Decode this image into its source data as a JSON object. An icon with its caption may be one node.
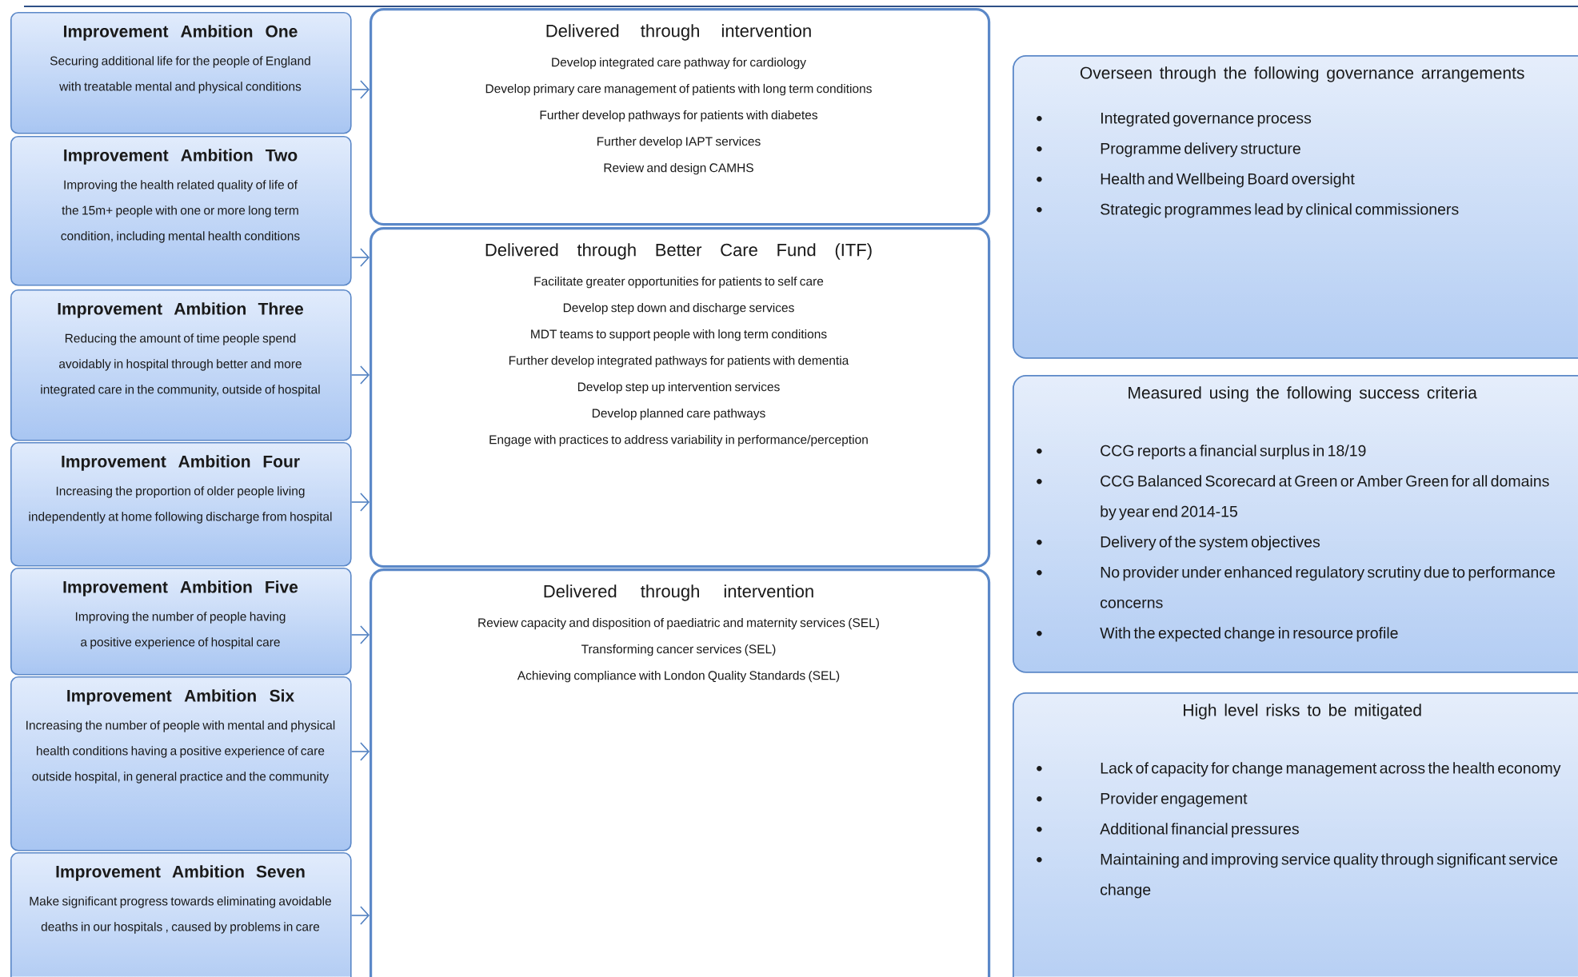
{
  "diagram": {
    "nodes": [
      {
        "text": [
          "Improvement Ambition One",
          "Securing additional life for the people of England with treatable mental and physical  conditions"
        ]
      },
      {
        "text": [
          "Improvement Ambition Two",
          "Improving the health related quality of life of the 15m+ people with one or more long term condition, including mental health conditions"
        ]
      },
      {
        "text": [
          "Improvement Ambition Three",
          "Reducing the amount of time people spend avoidably in hospital through better and more integrated care in the community, outside of hospital"
        ]
      },
      {
        "text": [
          "Improvement Ambition Four",
          "Increasing the proportion of older people  living independently at home following discharge from hospital"
        ]
      },
      {
        "text": [
          "Improvement Ambition Five",
          "Improving the number of people having a positive experience of hospital care"
        ]
      },
      {
        "text": [
          "Improvement Ambition Six",
          "Increasing the number of people with mental and physical health conditions having a positive experience of care outside hospital, in general practice and the community"
        ]
      },
      {
        "text": [
          "Improvement Ambition Seven",
          "Make significant progress towards eliminating avoidable deaths in our hospitals , caused by problems in care"
        ]
      },
      {
        "text": [
          "Delivered through intervention",
          "Develop integrated care pathway for cardiology",
          "Develop primary care management of patients with long term conditions",
          "Further develop pathways for patients with diabetes",
          "Further develop IAPT services",
          "Review and design CAMHS"
        ]
      },
      {
        "text": [
          "Delivered through Better Care Fund (ITF)",
          "Facilitate greater opportunities for patients to self care",
          "Develop step down and discharge services",
          "MDT teams to support people with long term conditions",
          "Further develop integrated pathways for patients with dementia",
          "Develop step up intervention services",
          "Develop planned care pathways",
          "Engage with practices to address variability in performance/perception"
        ]
      },
      {
        "text": [
          "Delivered through intervention",
          "Review capacity and disposition of paediatric and maternity services (SEL)",
          "Transforming cancer services (SEL)",
          "Achieving compliance with London Quality Standards (SEL)"
        ]
      },
      {
        "text": [
          "Overseen through the following governance arrangements",
          "Integrated governance process",
          "Programme delivery structure",
          "Health and Wellbeing Board oversight",
          "Strategic programmes lead by clinical commissioners"
        ]
      },
      {
        "text": [
          "Measured using the following success criteria",
          "CCG reports a financial surplus in 18/19",
          "CCG Balanced Scorecard at Green or Amber Green for all domains by year end 2014-15",
          "Delivery of the system objectives",
          "No provider under enhanced regulatory scrutiny due to performance concerns",
          "With the expected change in resource profile"
        ]
      },
      {
        "text": [
          "High level risks to be mitigated",
          "Lack of capacity for change management across the health economy",
          "Provider engagement",
          "Additional financial pressures",
          "Maintaining and improving service quality through significant service change"
        ]
      }
    ],
    "edges": [
      {
        "from": 0,
        "to": 7,
        "arrow": "to"
      },
      {
        "from": 1,
        "to": 8,
        "arrow": "to"
      },
      {
        "from": 2,
        "to": 8,
        "arrow": "to"
      },
      {
        "from": 3,
        "to": 8,
        "arrow": "to"
      },
      {
        "from": 4,
        "to": 9,
        "arrow": "to"
      },
      {
        "from": 5,
        "to": 9,
        "arrow": "to"
      },
      {
        "from": 6,
        "to": 9,
        "arrow": "to"
      }
    ]
  }
}
